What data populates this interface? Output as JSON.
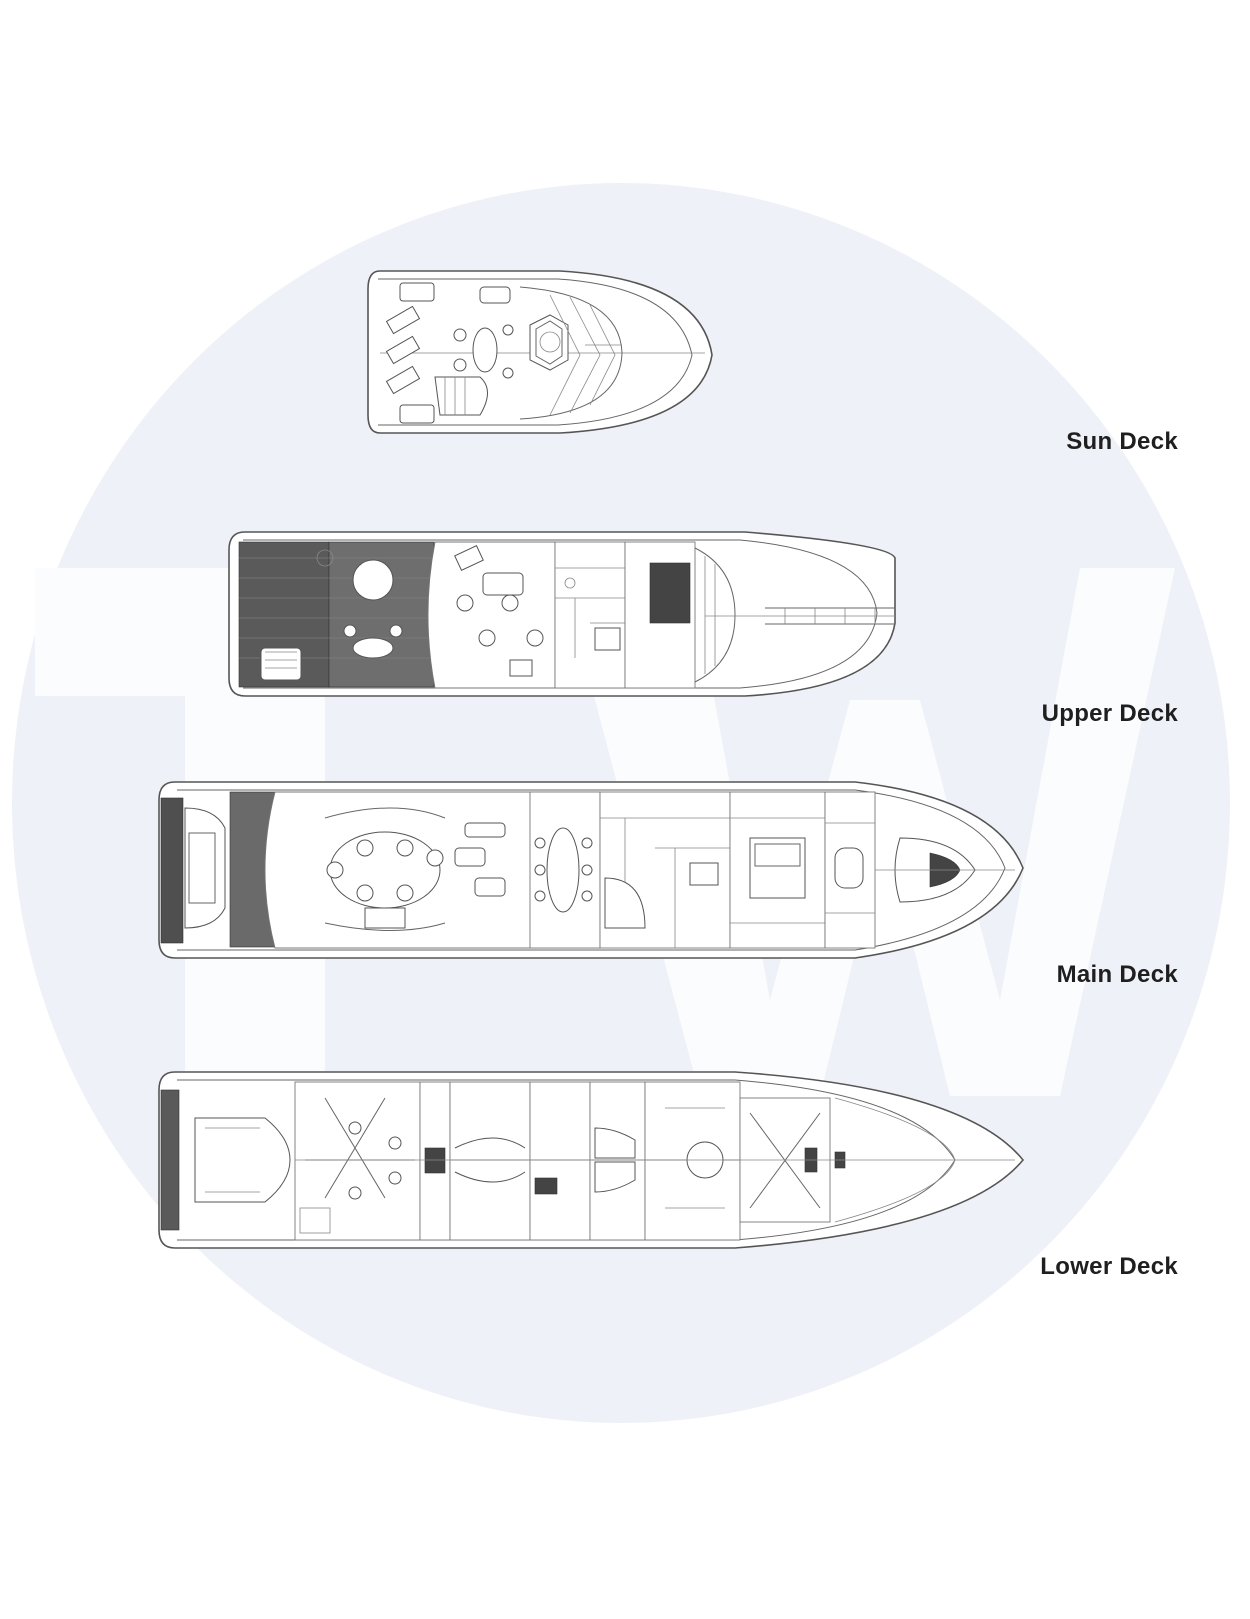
{
  "decks": [
    {
      "key": "sun",
      "label": "Sun Deck"
    },
    {
      "key": "upper",
      "label": "Upper Deck"
    },
    {
      "key": "main",
      "label": "Main Deck"
    },
    {
      "key": "lower",
      "label": "Lower Deck"
    }
  ],
  "watermark": {
    "text": "TW",
    "logo": "TW monogram watermark"
  },
  "colors": {
    "background": "#ffffff",
    "circle": "#eef1f7",
    "watermark": "#fbfcfe",
    "label": "#1f1f1f",
    "lines": "#555555"
  }
}
